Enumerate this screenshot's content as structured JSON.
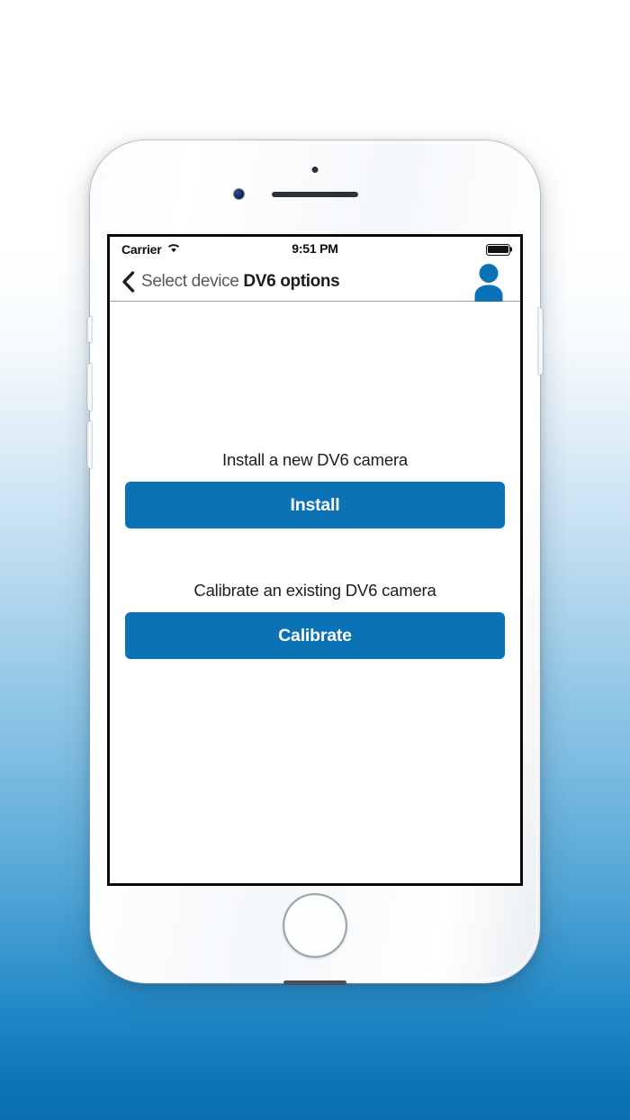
{
  "backdrop": {
    "gradient_top_color": "#ffffff",
    "gradient_bottom_color": "#0a6fae"
  },
  "device": {
    "frame_color": "#ffffff",
    "hardware": {
      "sensor_dot": "proximity-sensor",
      "speaker": "earpiece-speaker",
      "front_camera": "front-camera",
      "home_button": "home-button",
      "silent_switch": "silent-switch",
      "volume_up": "volume-up-button",
      "volume_down": "volume-down-button",
      "power": "power-button"
    }
  },
  "status_bar": {
    "carrier": "Carrier",
    "wifi_icon": "wifi-icon",
    "time": "9:51 PM",
    "battery_icon": "battery-full-icon",
    "battery_level": 100
  },
  "nav_bar": {
    "back_icon": "back-chevron-icon",
    "back_label": "Select device",
    "title": "DV6 options",
    "avatar_icon": "account-avatar-icon",
    "avatar_color": "#0a72b5",
    "title_color": "#1b1c1e",
    "back_label_color": "#58595b"
  },
  "content": {
    "accent_color": "#0a72b5",
    "sections": [
      {
        "label": "Install a new DV6 camera",
        "button_label": "Install"
      },
      {
        "label": "Calibrate an existing DV6 camera",
        "button_label": "Calibrate"
      }
    ]
  }
}
